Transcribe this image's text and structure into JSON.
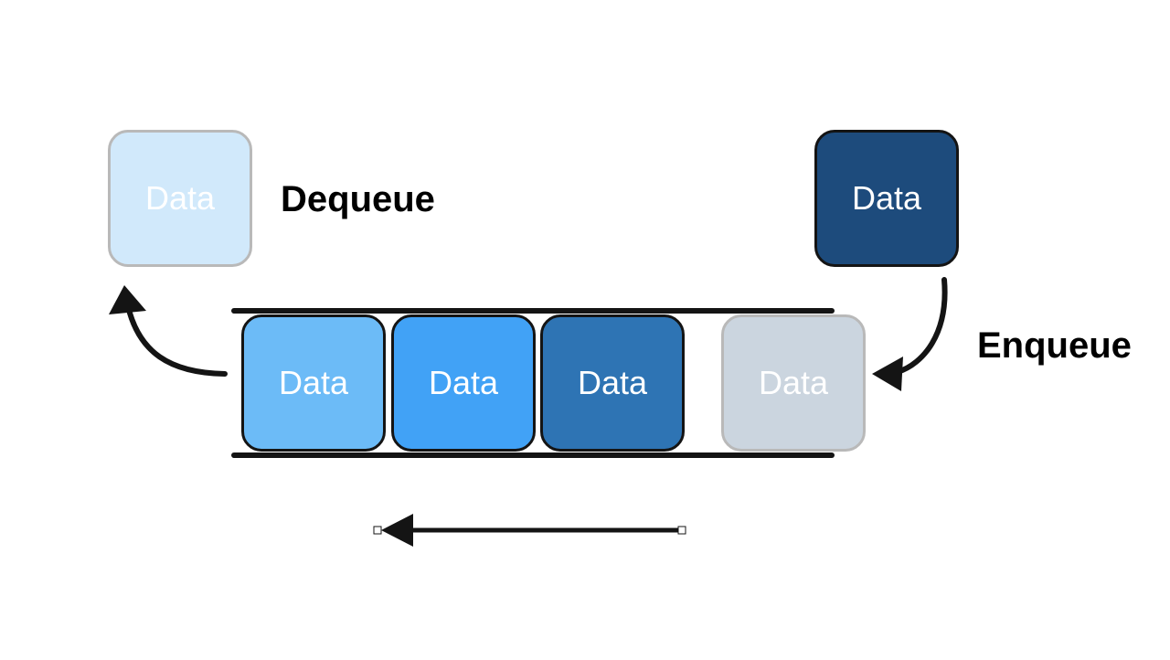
{
  "labels": {
    "dequeue": "Dequeue",
    "enqueue": "Enqueue"
  },
  "boxes": {
    "dequeued": {
      "text": "Data",
      "color": "#d1e9fb"
    },
    "incoming": {
      "text": "Data",
      "color": "#1d4b7c"
    },
    "queue_1": {
      "text": "Data",
      "color": "#6cbbf7"
    },
    "queue_2": {
      "text": "Data",
      "color": "#41a2f6"
    },
    "queue_3": {
      "text": "Data",
      "color": "#2e74b4"
    },
    "queue_slot": {
      "text": "Data",
      "color": "#cbd5df"
    }
  },
  "colors": {
    "stroke": "#141414",
    "faded_border": "#b9b9b9"
  }
}
